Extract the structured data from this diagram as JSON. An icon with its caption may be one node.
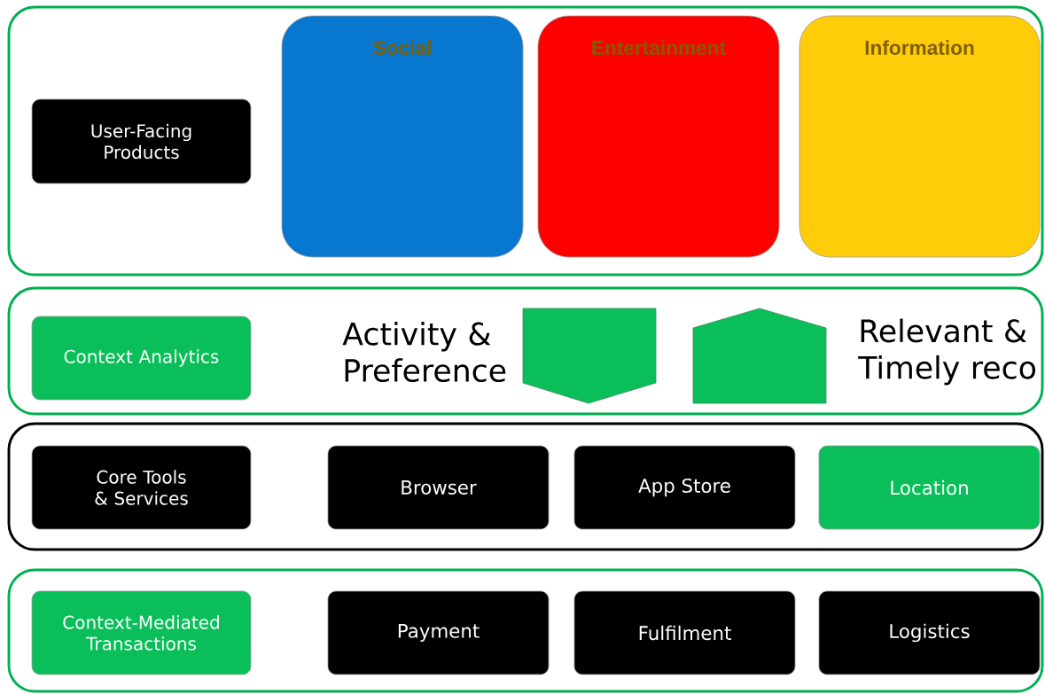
{
  "diagram": {
    "nodes": [
      {
        "text": [],
        "shape": "box"
      },
      {
        "text": [
          "User-Facing Products"
        ],
        "in": 0
      },
      {
        "text": [
          "Social"
        ],
        "in": 0
      },
      {
        "text": [
          "Entertainment"
        ],
        "in": 0
      },
      {
        "text": [
          "Information"
        ],
        "in": 0
      },
      {
        "text": [],
        "shape": "box"
      },
      {
        "text": [
          "Context Analytics"
        ],
        "in": 5
      },
      {
        "text": [],
        "shape": "box"
      },
      {
        "text": [
          "Core Tools & Services"
        ],
        "in": 7
      },
      {
        "text": [
          "Browser"
        ],
        "in": 7
      },
      {
        "text": [
          "App Store"
        ],
        "in": 7
      },
      {
        "text": [
          "Location"
        ],
        "in": 7
      },
      {
        "text": [],
        "shape": "box"
      },
      {
        "text": [
          "Context-Mediated Transactions"
        ],
        "in": 12
      },
      {
        "text": [
          "Payment"
        ],
        "in": 12
      },
      {
        "text": [
          "Fulfilment"
        ],
        "in": 12
      },
      {
        "text": [
          "Logistics"
        ],
        "in": 12
      }
    ],
    "labels": [
      "Activity & Preference",
      "Relevant & Timely reco"
    ]
  }
}
